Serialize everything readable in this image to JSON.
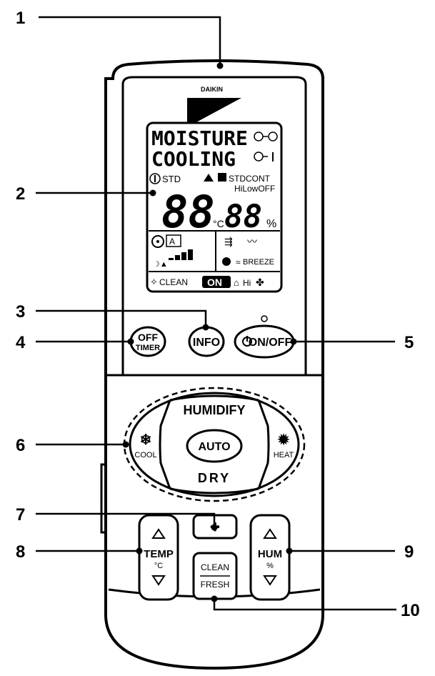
{
  "brand": "DAIKIN",
  "callouts": [
    "1",
    "2",
    "3",
    "4",
    "5",
    "6",
    "7",
    "8",
    "9",
    "10"
  ],
  "lcd": {
    "line1": "MOISTURE",
    "line2": "COOLING",
    "std": "STD",
    "std_cont": "STDCONT",
    "hi_low_off": "HiLowOFF",
    "temp_digits": "88",
    "temp_unit": "°C",
    "hum_digits": "88",
    "hum_unit": "%",
    "fan_auto": "A",
    "breeze": "BREEZE",
    "clean": "CLEAN",
    "on": "ON",
    "hi": "Hi"
  },
  "buttons": {
    "off_timer_1": "OFF",
    "off_timer_2": "TIMER",
    "info": "INFO",
    "on_off": "ON/OFF",
    "humidify": "HUMIDIFY",
    "auto": "AUTO",
    "dry": "DRY",
    "cool": "COOL",
    "heat": "HEAT",
    "temp": "TEMP",
    "temp_unit": "°C",
    "hum": "HUM",
    "hum_unit": "%",
    "clean_1": "CLEAN",
    "clean_2": "FRESH"
  },
  "colors": {
    "ink": "#000000",
    "body": "#ffffff"
  }
}
